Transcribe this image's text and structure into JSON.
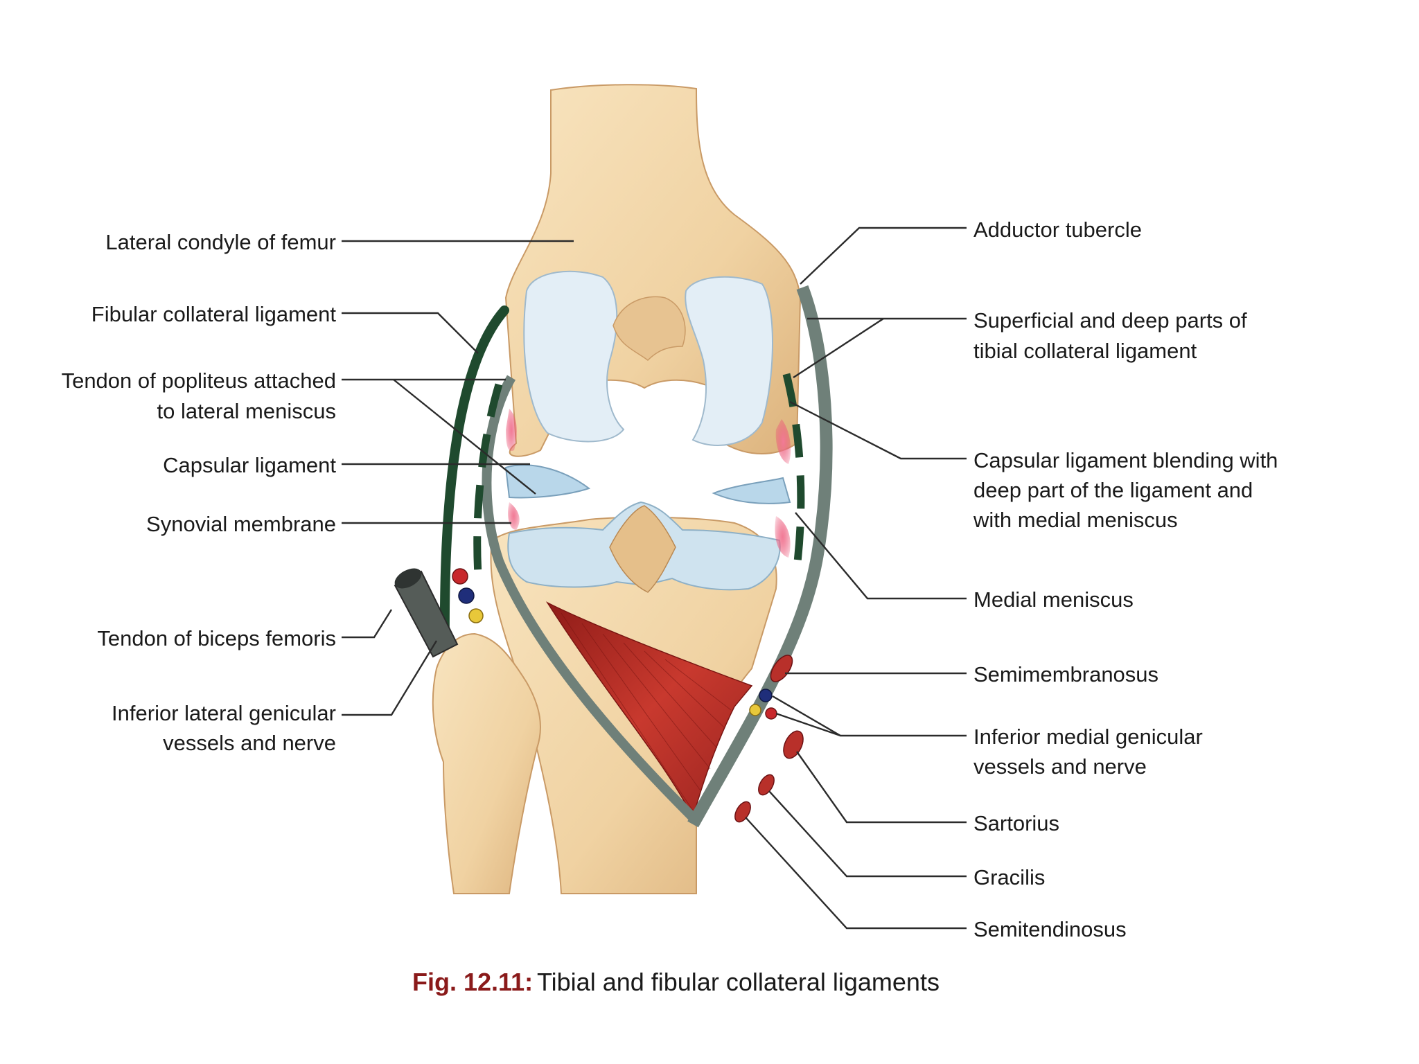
{
  "labels_left": {
    "lateral_condyle": "Lateral condyle of femur",
    "fibular_collateral": "Fibular collateral ligament",
    "popliteus_1": "Tendon of popliteus attached",
    "popliteus_2": "to lateral meniscus",
    "capsular": "Capsular ligament",
    "synovial": "Synovial membrane",
    "biceps": "Tendon of biceps femoris",
    "inf_lat_1": "Inferior lateral genicular",
    "inf_lat_2": "vessels and nerve"
  },
  "labels_right": {
    "adductor": "Adductor tubercle",
    "tibial_coll_1": "Superficial and deep parts of",
    "tibial_coll_2": "tibial collateral ligament",
    "capsular_blend_1": "Capsular ligament blending with",
    "capsular_blend_2": "deep part of the ligament and",
    "capsular_blend_3": "with medial meniscus",
    "medial_meniscus": "Medial meniscus",
    "semimembranosus": "Semimembranosus",
    "inf_med_1": "Inferior medial genicular",
    "inf_med_2": "vessels and nerve",
    "sartorius": "Sartorius",
    "gracilis": "Gracilis",
    "semitendinosus": "Semitendinosus"
  },
  "caption": {
    "fig": "Fig. 12.11:",
    "text": "Tibial and fibular collateral ligaments"
  },
  "colors": {
    "bone": "#f3d9ad",
    "bone_shadow": "#deb782",
    "cartilage": "#e3eef6",
    "meniscus": "#b9d7ea",
    "ligament_dark": "#1f4a2e",
    "ligament_grey": "#6f8079",
    "synovial_pink": "#e8476b",
    "muscle": "#b8302a",
    "artery": "#c8272b",
    "vein": "#1f2e7a",
    "nerve": "#e8c83a"
  }
}
